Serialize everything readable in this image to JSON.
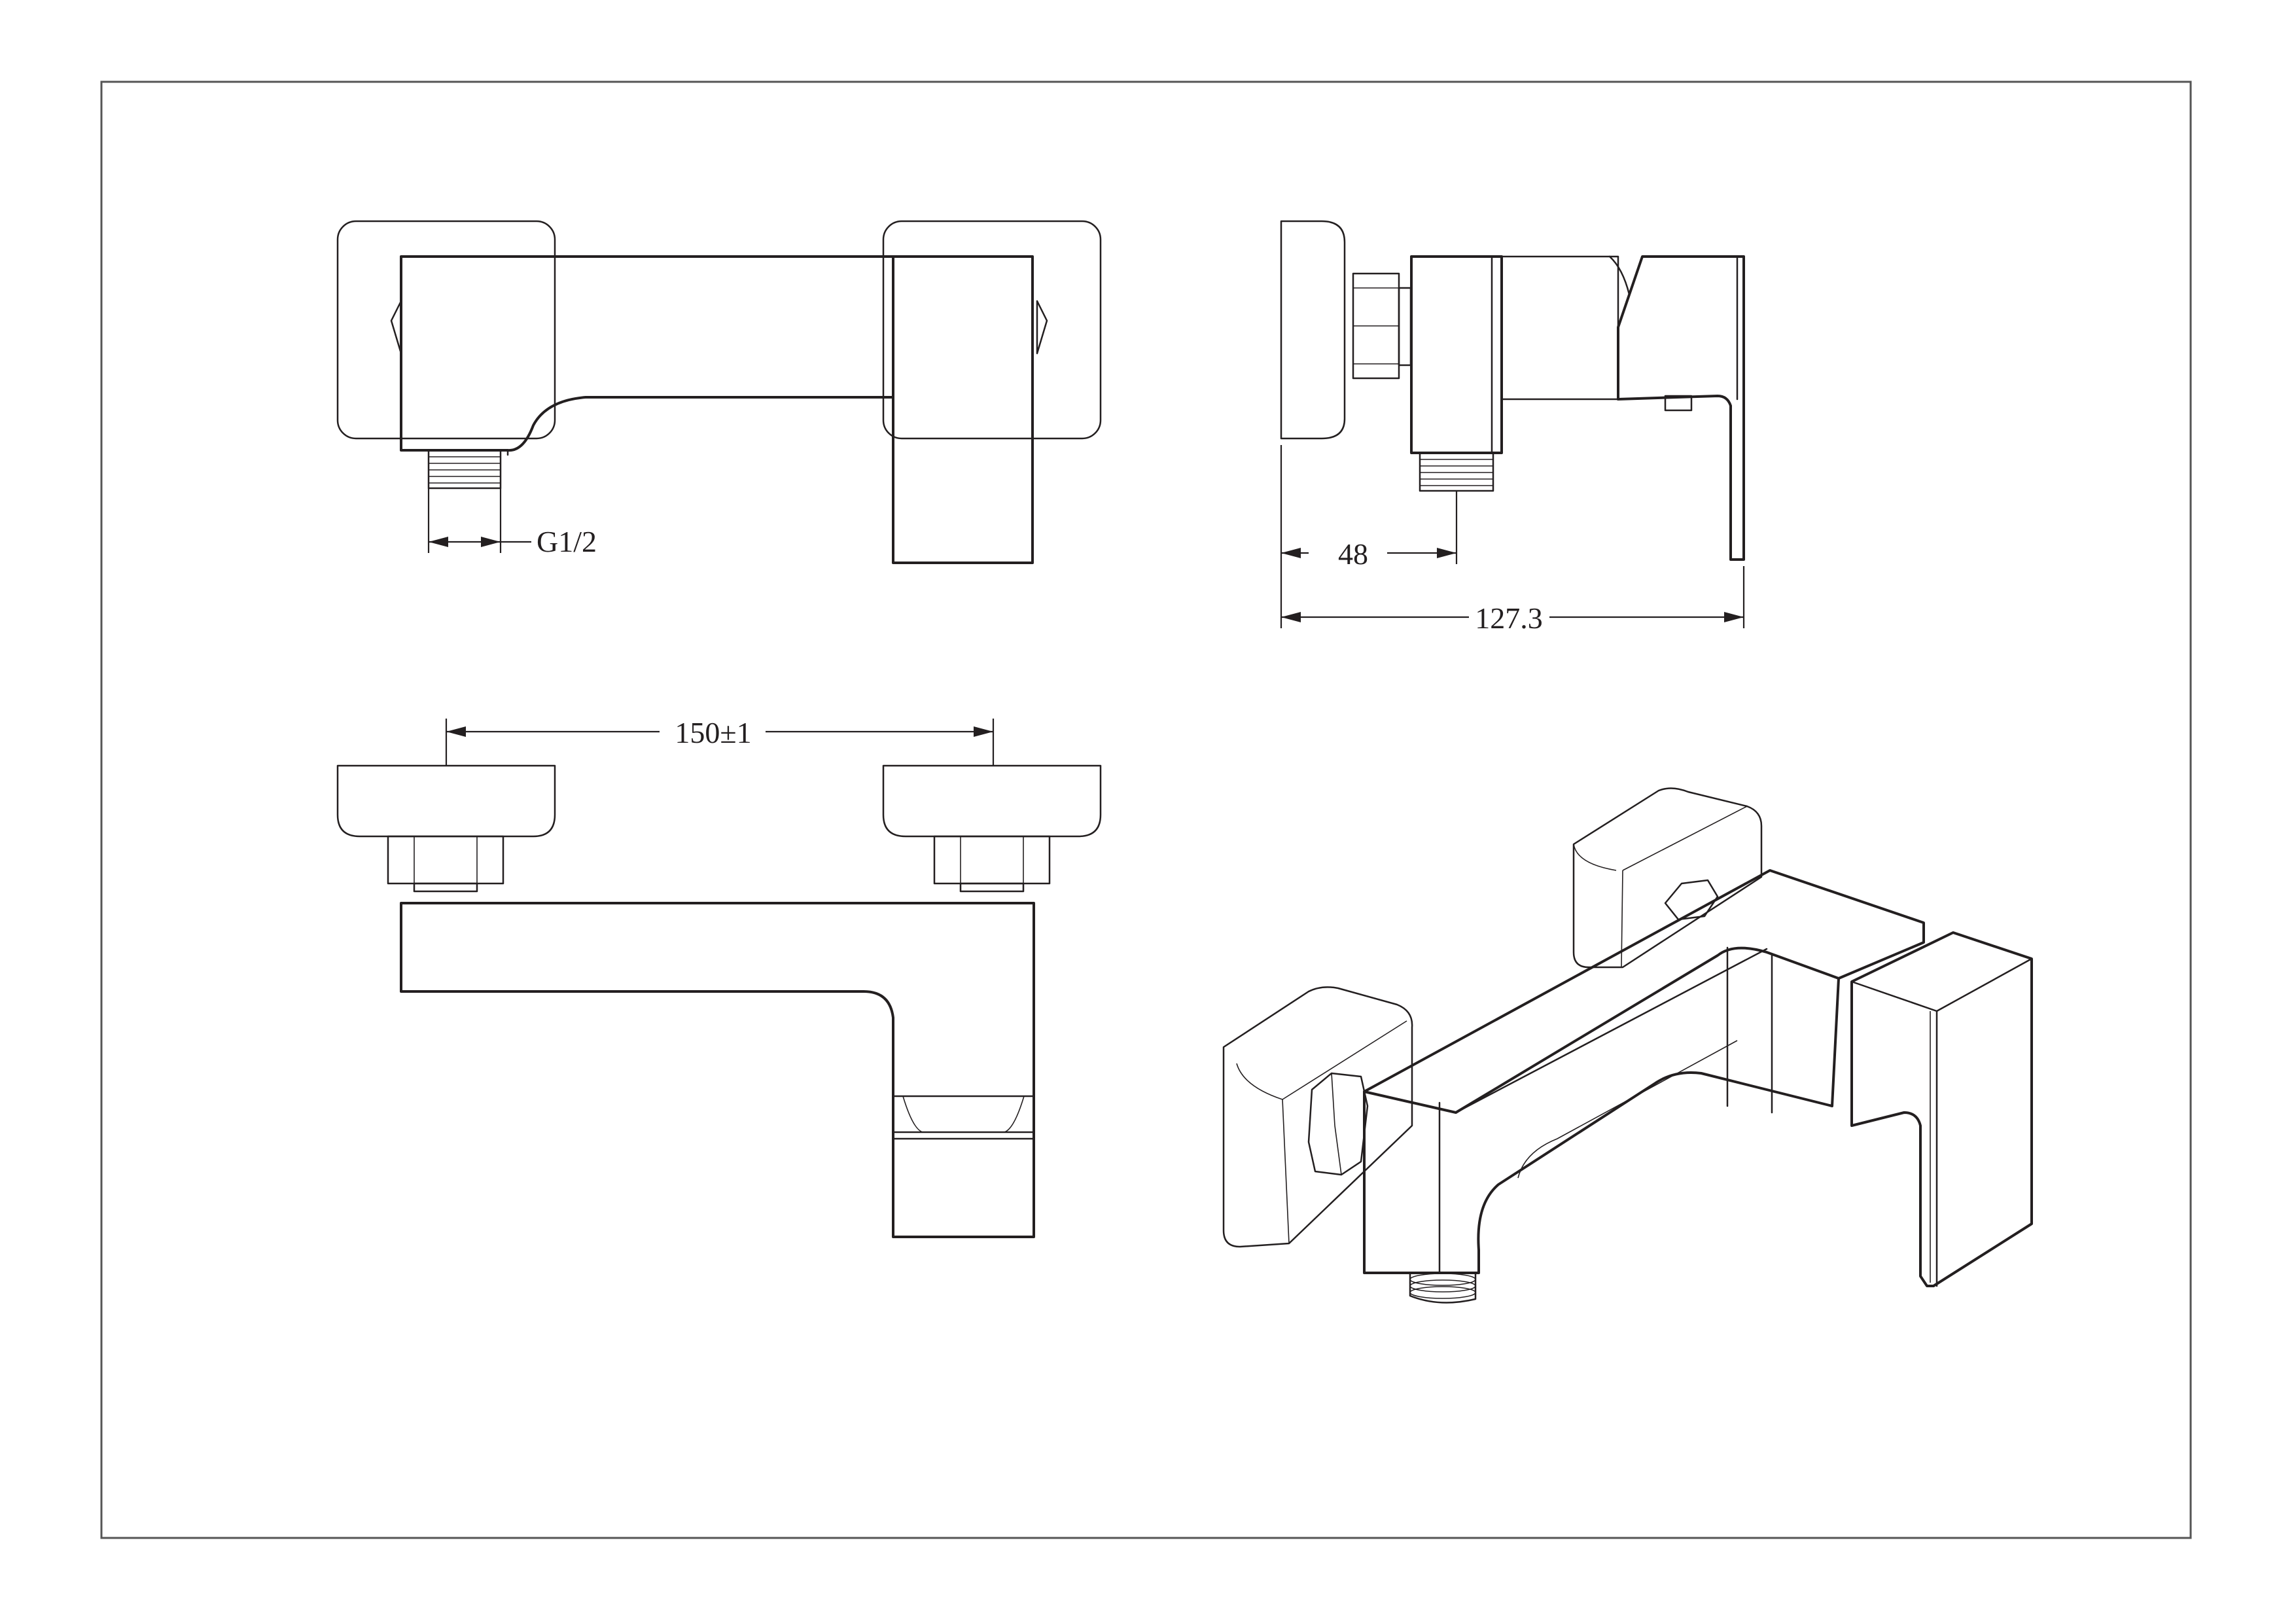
{
  "dimensions": {
    "thread": "G1/2",
    "offset": "48",
    "depth": "127.3",
    "centers": "150±1"
  },
  "colors": {
    "line": "#231f20",
    "frame": "#555555",
    "background": "#ffffff"
  }
}
